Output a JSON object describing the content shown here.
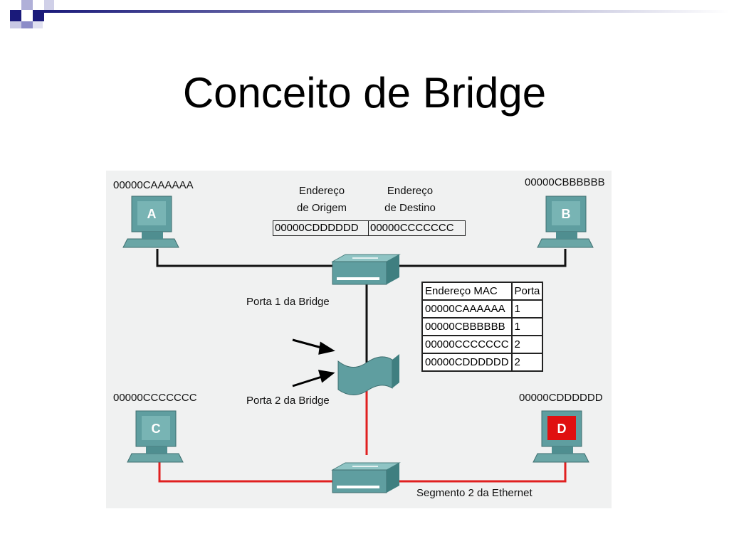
{
  "slide": {
    "title": "Conceito de Bridge"
  },
  "diagram": {
    "hosts": [
      {
        "id": "A",
        "address": "00000CAAAAAA"
      },
      {
        "id": "B",
        "address": "00000CBBBBBB"
      },
      {
        "id": "C",
        "address": "00000CCCCCCC"
      },
      {
        "id": "D",
        "address": "00000CDDDDDD"
      }
    ],
    "frame": {
      "source_header": [
        "Endereço",
        "de Origem"
      ],
      "dest_header": [
        "Endereço",
        "de Destino"
      ],
      "source_value": "00000CDDDDDD",
      "dest_value": "00000CCCCCCC"
    },
    "port1_label": "Porta 1 da Bridge",
    "port2_label": "Porta 2 da Bridge",
    "segment2_label": "Segmento 2 da Ethernet",
    "mac_table": {
      "headers": [
        "Endereço MAC",
        "Porta"
      ],
      "rows": [
        [
          "00000CAAAAAA",
          "1"
        ],
        [
          "00000CBBBBBB",
          "1"
        ],
        [
          "00000CCCCCCC",
          "2"
        ],
        [
          "00000CDDDDDD",
          "2"
        ]
      ]
    },
    "colors": {
      "segment1": "#111111",
      "segment2": "#e02020",
      "device": "#5f9ea0",
      "highlight": "#e01010"
    }
  }
}
